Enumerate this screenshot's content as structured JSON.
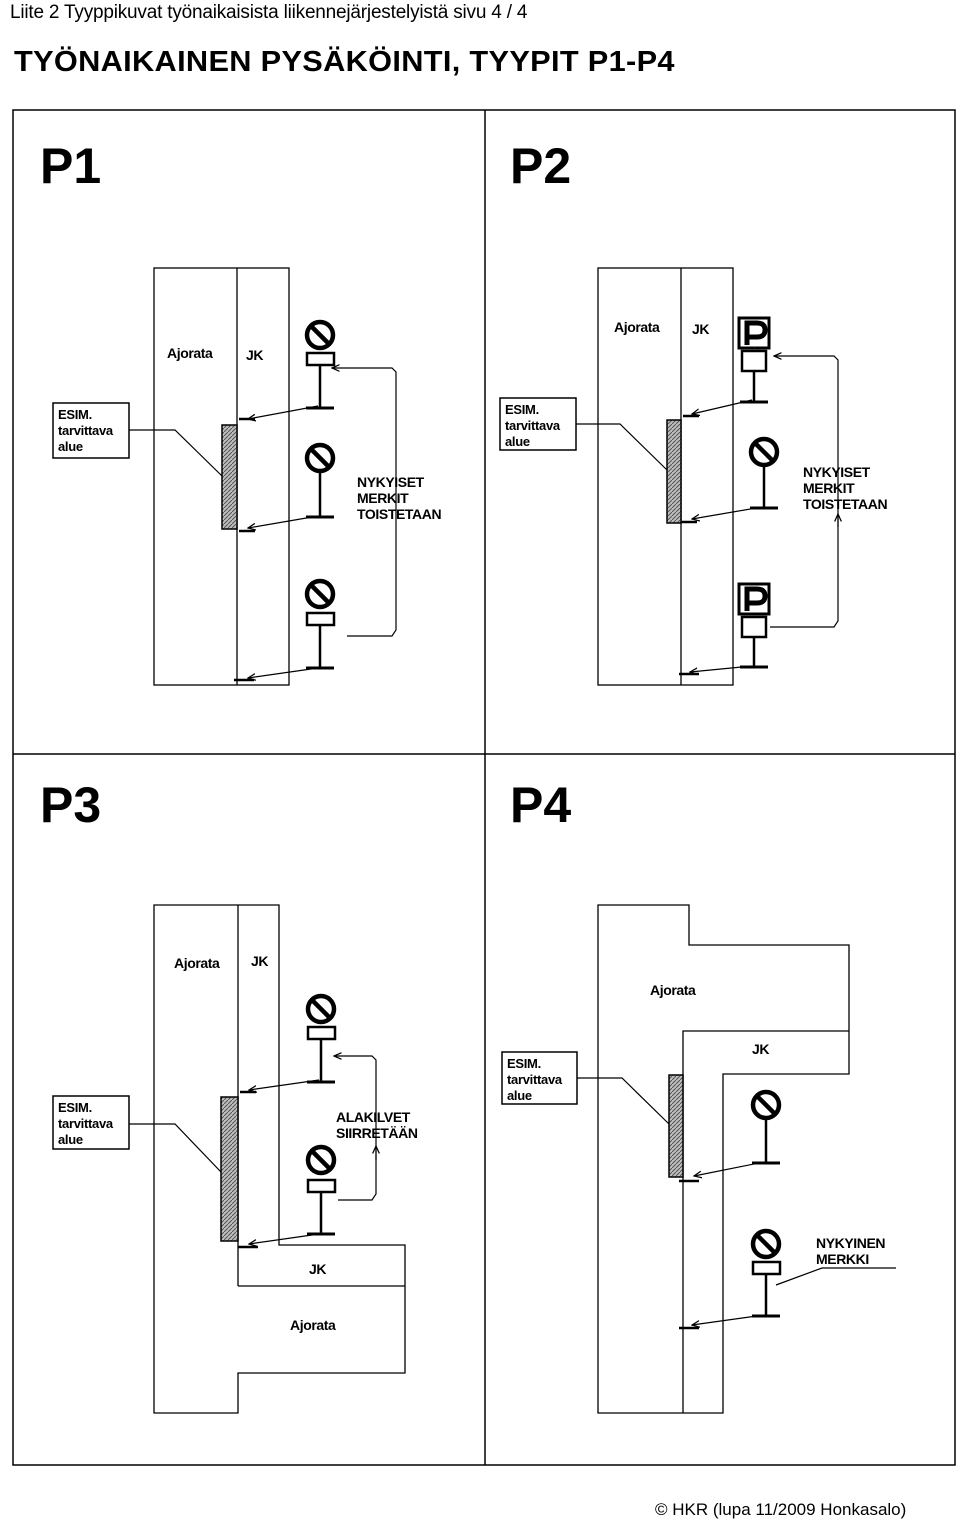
{
  "header": {
    "attachment_line": "Liite 2 Tyyppikuvat työnaikaisista liikennejärjestelyistä sivu 4 / 4",
    "title": "TYÖNAIKAINEN PYSÄKÖINTI, TYYPIT P1-P4"
  },
  "panels": {
    "p1": {
      "label": "P1",
      "roadway": "Ajorata",
      "sidewalk": "JK",
      "area_box": [
        "ESIM.",
        "tarvittava",
        "alue"
      ],
      "note": [
        "NYKYISET",
        "MERKIT",
        "TOISTETAAN"
      ]
    },
    "p2": {
      "label": "P2",
      "roadway": "Ajorata",
      "sidewalk": "JK",
      "sign_letter": "P",
      "area_box": [
        "ESIM.",
        "tarvittava",
        "alue"
      ],
      "note": [
        "NYKYISET",
        "MERKIT",
        "TOISTETAAN"
      ]
    },
    "p3": {
      "label": "P3",
      "roadway": "Ajorata",
      "sidewalk": "JK",
      "sidewalk_lower": "JK",
      "roadway_lower": "Ajorata",
      "area_box": [
        "ESIM.",
        "tarvittava",
        "alue"
      ],
      "note": [
        "ALAKILVET",
        "SIIRRETÄÄN"
      ]
    },
    "p4": {
      "label": "P4",
      "roadway": "Ajorata",
      "sidewalk": "JK",
      "area_box": [
        "ESIM.",
        "tarvittava",
        "alue"
      ],
      "note": [
        "NYKYINEN",
        "MERKKI"
      ]
    }
  },
  "footer": {
    "copyright": "© HKR (lupa 11/2009 Honkasalo)"
  }
}
